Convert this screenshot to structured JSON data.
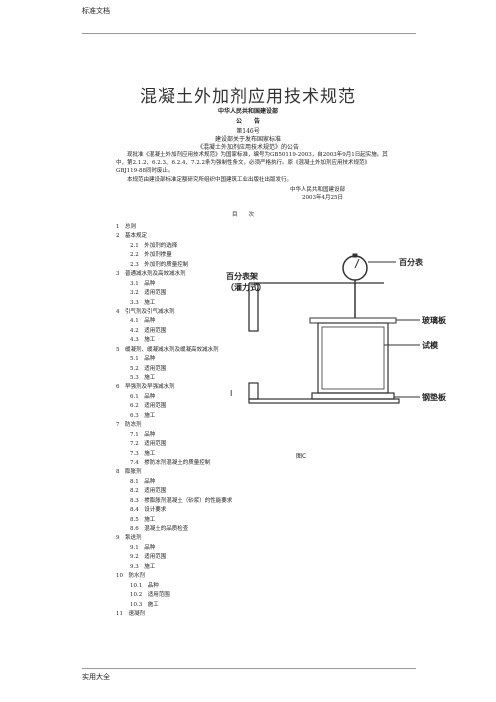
{
  "header": {
    "label": "标准文档"
  },
  "footer": {
    "label": "实用大全"
  },
  "doc": {
    "title": "混凝土外加剂应用技术规范",
    "issuer": "中华人民共和国建设部",
    "notice_type": "公　　告",
    "notice_number": "第146号",
    "notice_title": "建设部关于发布国家标准",
    "notice_subtitle": "《混凝土外加剂应用技术规范》的公告",
    "body": "现批准《混凝土外加剂应用技术规范》为国家标准，编号为GB50119-2003，自2003年9月1日起实施。其中，第2.1.2、6.2.3、6.2.4、7.2.2条为强制性条文，必须严格执行。原《混凝土外加剂应用技术规范》GBJ119-88同时废止。",
    "body2": "本规范由建设部标准定额研究所组织中国建筑工业出版社出版发行。",
    "signature": "中华人民共和国建设部",
    "date": "2003年4月25日",
    "toc_heading": "目　　次"
  },
  "toc": [
    {
      "text": "1　总则",
      "level": 1
    },
    {
      "text": "2　基本规定",
      "level": 1
    },
    {
      "text": "2.1　外加剂的选择",
      "level": 2
    },
    {
      "text": "2.2　外加剂掺量",
      "level": 2
    },
    {
      "text": "2.3　外加剂的质量控制",
      "level": 2
    },
    {
      "text": "3　普通减水剂及高效减水剂",
      "level": 1
    },
    {
      "text": "3.1　品种",
      "level": 2
    },
    {
      "text": "3.2　适用范围",
      "level": 2
    },
    {
      "text": "3.3　施工",
      "level": 2
    },
    {
      "text": "4　引气剂及引气减水剂",
      "level": 1
    },
    {
      "text": "4.1　品种",
      "level": 2
    },
    {
      "text": "4.2　适用范围",
      "level": 2
    },
    {
      "text": "4.3　施工",
      "level": 2
    },
    {
      "text": "5　缓凝剂、缓凝减水剂及缓凝高效减水剂",
      "level": 1
    },
    {
      "text": "5.1　品种",
      "level": 2
    },
    {
      "text": "5.2　适用范围",
      "level": 2
    },
    {
      "text": "5.3　施工",
      "level": 2
    },
    {
      "text": "6　早强剂及早强减水剂",
      "level": 1
    },
    {
      "text": "6.1　品种",
      "level": 2
    },
    {
      "text": "6.2　适用范围",
      "level": 2
    },
    {
      "text": "6.3　施工",
      "level": 2
    },
    {
      "text": "7　防冻剂",
      "level": 1
    },
    {
      "text": "7.1　品种",
      "level": 2
    },
    {
      "text": "7.2　适用范围",
      "level": 2
    },
    {
      "text": "7.3　施工",
      "level": 2
    },
    {
      "text": "7.4　掺防冻剂混凝土的质量控制",
      "level": 2
    },
    {
      "text": "8　膨胀剂",
      "level": 1
    },
    {
      "text": "8.1　品种",
      "level": 2
    },
    {
      "text": "8.2　适用范围",
      "level": 2
    },
    {
      "text": "8.3　掺膨胀剂混凝土（砂浆）的性能要求",
      "level": 2
    },
    {
      "text": "8.4　设计要求",
      "level": 2
    },
    {
      "text": "8.5　施工",
      "level": 2
    },
    {
      "text": "8.6　混凝土的品质检查",
      "level": 2
    },
    {
      "text": "9　泵送剂",
      "level": 1
    },
    {
      "text": "9.1　品种",
      "level": 2
    },
    {
      "text": "9.2　适用范围",
      "level": 2
    },
    {
      "text": "9.3　施工",
      "level": 2
    },
    {
      "text": "10　防水剂",
      "level": 1
    },
    {
      "text": "10.1　品种",
      "level": 2
    },
    {
      "text": "10.2　适用范围",
      "level": 2
    },
    {
      "text": "10.3　施工",
      "level": 2
    },
    {
      "text": "11　速凝剂",
      "level": 1
    }
  ],
  "figure": {
    "label_frame_1": "百分表架",
    "label_frame_2": "（灌力式）",
    "label_gauge": "百分表",
    "label_glass": "玻璃板",
    "label_specimen": "试模",
    "label_steel": "钢垫板",
    "label_h": "I",
    "caption": "图C"
  }
}
